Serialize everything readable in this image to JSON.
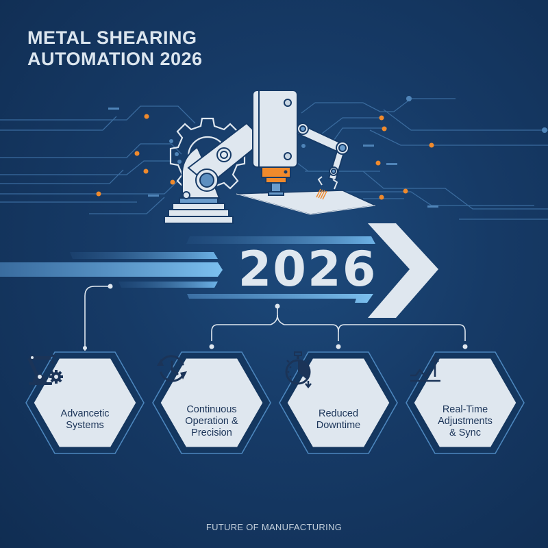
{
  "header": {
    "title_line1": "METAL SHEARING",
    "title_line2": "AUTOMATION 2026"
  },
  "hero": {
    "year": "2026",
    "illustration": "robotic-arms-shearing-sheet-metal",
    "arrow_icon": "chevron-right-icon"
  },
  "features": [
    {
      "icon": "robot-arm-gear-icon",
      "line1": "Advancetic",
      "line2": "Systems",
      "line3": ""
    },
    {
      "icon": "clock-cycle-icon",
      "line1": "Continuous",
      "line2": "Operation &",
      "line3": "Precision"
    },
    {
      "icon": "stopwatch-icon",
      "line1": "Reduced",
      "line2": "Downtime",
      "line3": ""
    },
    {
      "icon": "trend-up-chart-icon",
      "line1": "Real-Time",
      "line2": "Adjustments",
      "line3": "& Sync"
    }
  ],
  "footer": {
    "tagline": "FUTURE OF MANUFACTURING"
  },
  "colors": {
    "background": "#163a66",
    "accent_orange": "#f08a2c",
    "light": "#dfe7ef",
    "stripe_blue": "#6fb3e6",
    "text_dark": "#1b3458"
  }
}
